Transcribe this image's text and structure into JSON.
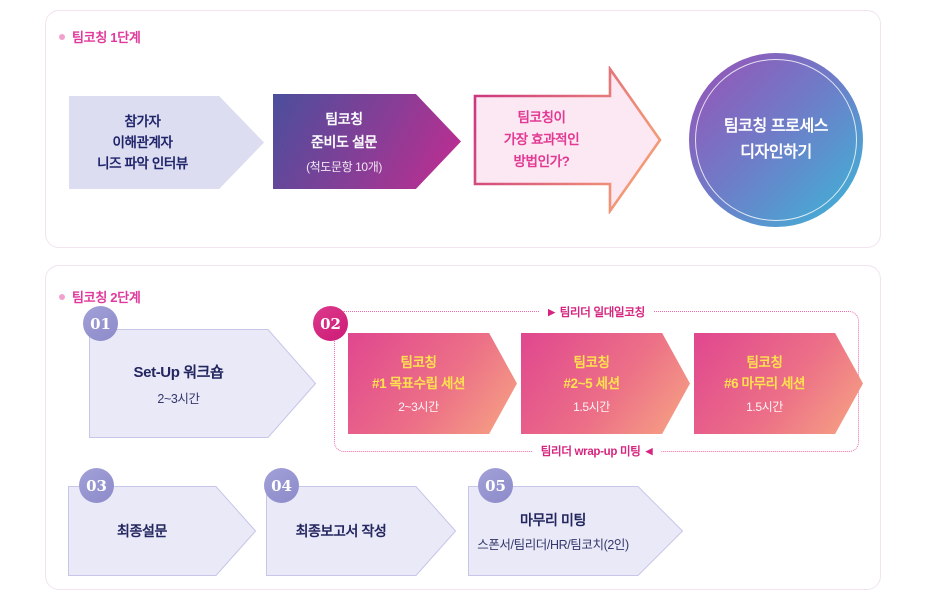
{
  "stage1": {
    "header": "팀코칭 1단계",
    "interview_arrow": {
      "line1": "참가자",
      "line2": "이해관계자",
      "line3": "니즈 파악 인터뷰"
    },
    "survey_arrow": {
      "line1": "팀코칭",
      "line2": "준비도 설문",
      "sub": "(척도문항 10개)"
    },
    "question_arrow": {
      "line1": "팀코칭이",
      "line2": "가장 효과적인",
      "line3": "방법인가?"
    },
    "circle": {
      "line1": "팀코칭 프로세스",
      "line2": "디자인하기"
    }
  },
  "stage2": {
    "header": "팀코칭 2단계",
    "step1": {
      "num": "01",
      "title": "Set-Up 워크숍",
      "sub": "2~3시간"
    },
    "step2": {
      "num": "02",
      "marker_right": "▶",
      "marker_left": "◀",
      "label_top": "팀리더 일대일코칭",
      "label_bottom": "팀리더 wrap-up 미팅",
      "sessions": [
        {
          "title_line1": "팀코칭",
          "title_line2": "#1 목표수립 세션",
          "duration": "2~3시간"
        },
        {
          "title_line1": "팀코칭",
          "title_line2": "#2~5 세션",
          "duration": "1.5시간"
        },
        {
          "title_line1": "팀코칭",
          "title_line2": "#6 마무리 세션",
          "duration": "1.5시간"
        }
      ]
    },
    "step3": {
      "num": "03",
      "title": "최종설문"
    },
    "step4": {
      "num": "04",
      "title": "최종보고서 작성"
    },
    "step5": {
      "num": "05",
      "title": "마무리 미팅",
      "sub": "스폰서/팀리더/HR/팀코치(2인)"
    }
  },
  "colors": {
    "accent_magenta": "#d6257f",
    "header_pink": "#e0399b",
    "lavender_fill": "#dcddf1",
    "navy_text": "#20246a",
    "dark_arrow_gradient": [
      "#4b4e9c",
      "#c42b90"
    ],
    "question_fill": "#fce8f3",
    "question_border": [
      "#c9307f",
      "#f29a77"
    ],
    "circle_gradient": [
      "#9a50b5",
      "#3ab8d8"
    ],
    "session_gradient": [
      "#e0478f",
      "#f7a683"
    ],
    "session_title_yellow": "#ffe24d",
    "badge_purple": "#9593cf",
    "badge_magenta": "#d6257f"
  }
}
